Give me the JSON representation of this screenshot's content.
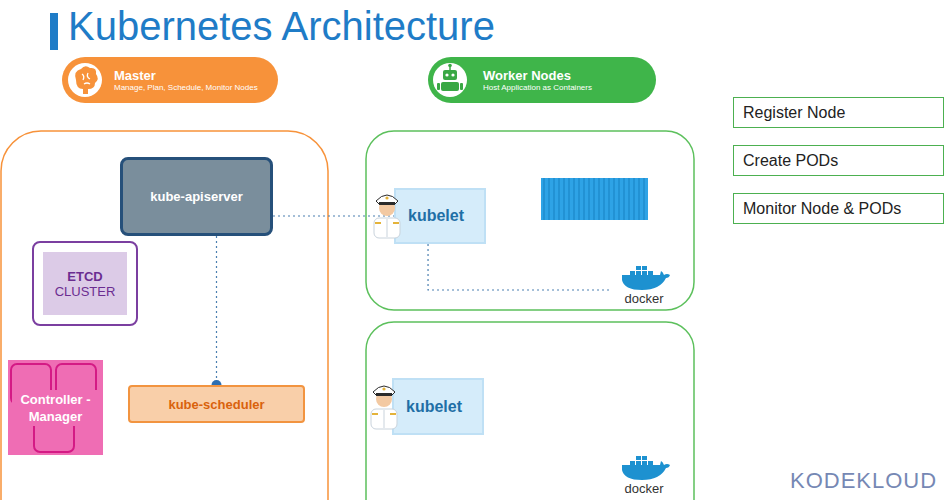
{
  "diagram": {
    "title": "Kubernetes Architecture",
    "nodes": [
      {
        "text": [
          "Master",
          "Manage, Plan, Schedule, Monitor Nodes"
        ]
      },
      {
        "text": [
          "Worker Nodes",
          "Host Application as Containers"
        ]
      },
      {
        "text": [
          "Register Node"
        ]
      },
      {
        "text": [
          "Create PODs"
        ]
      },
      {
        "text": [
          "Monitor Node & PODs"
        ]
      },
      {
        "text": [
          "kube-apiserver"
        ]
      },
      {
        "text": [
          "ETCD",
          "CLUSTER"
        ]
      },
      {
        "text": [
          "Controller -Manager"
        ]
      },
      {
        "text": [
          "kube-scheduler"
        ]
      },
      {
        "text": [
          "kubelet"
        ]
      },
      {
        "text": [
          "docker"
        ]
      },
      {
        "text": [
          "kubelet"
        ]
      },
      {
        "text": [
          "docker"
        ]
      }
    ],
    "edges": [
      {
        "from": 5,
        "to": 9,
        "arrow": "none"
      },
      {
        "from": 5,
        "to": 8,
        "arrow": "none"
      },
      {
        "from": 9,
        "to": 10,
        "arrow": "none"
      }
    ],
    "labels": [
      "KODEKLOUD"
    ]
  }
}
